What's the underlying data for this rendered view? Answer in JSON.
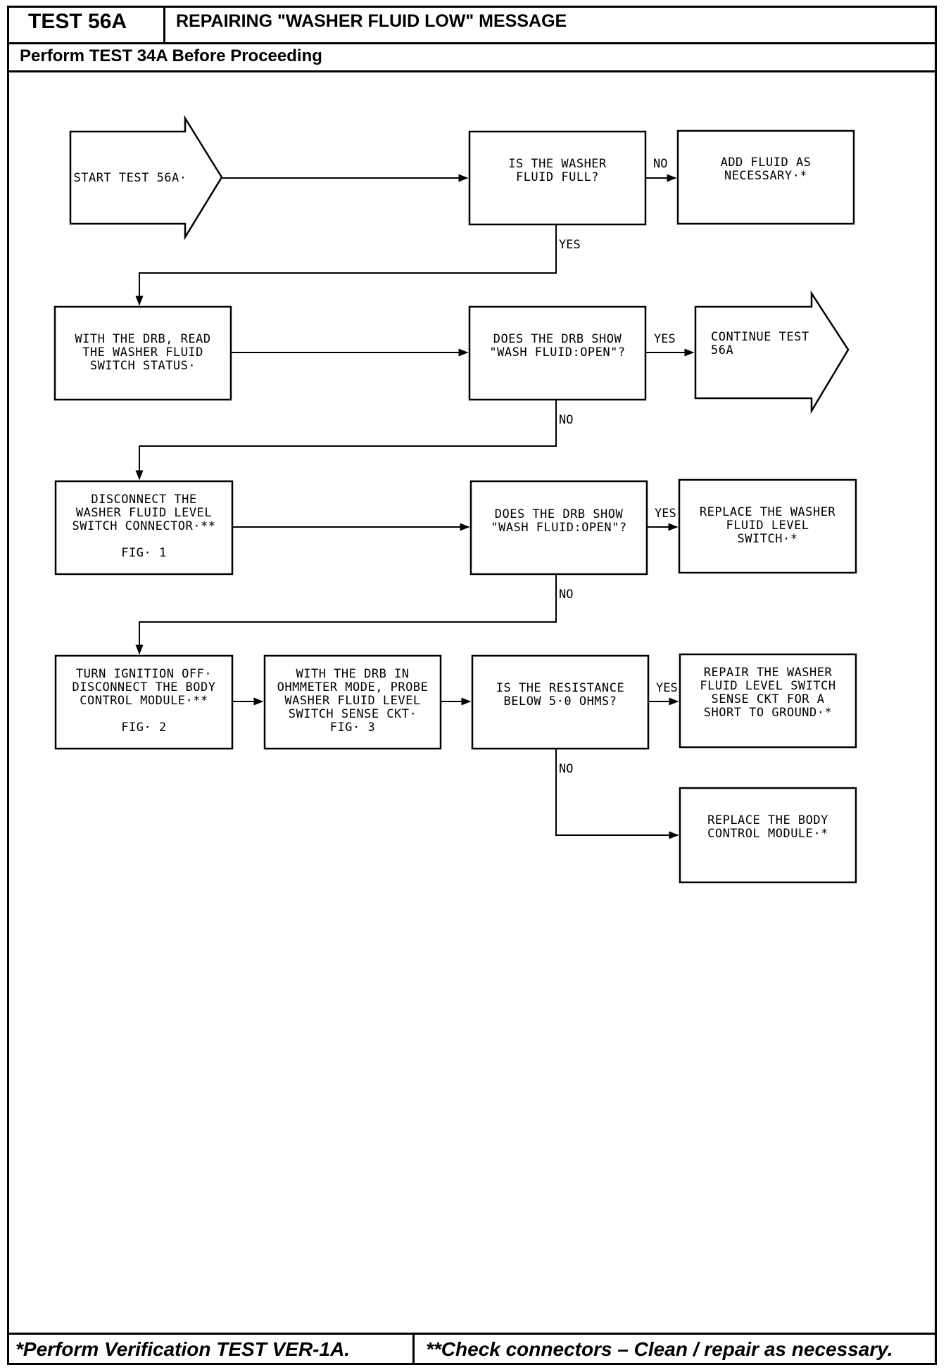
{
  "header": {
    "test_label": "TEST 56A",
    "title": "REPAIRING \"WASHER FLUID LOW\" MESSAGE",
    "subtitle": "Perform TEST 34A Before Proceeding"
  },
  "footer": {
    "left_note": "*Perform Verification TEST VER-1A.",
    "right_note": "**Check connectors – Clean / repair as necessary."
  },
  "flowchart": {
    "start": [
      "START TEST 56A·"
    ],
    "q1": [
      "IS THE WASHER",
      "FLUID FULL?"
    ],
    "add_fluid": [
      "ADD FLUID AS",
      "NECESSARY·*"
    ],
    "read_drb": [
      "WITH THE DRB, READ",
      "THE WASHER FLUID",
      "SWITCH STATUS·"
    ],
    "q2": [
      "DOES THE DRB SHOW",
      "\"WASH FLUID:OPEN\"?"
    ],
    "continue": [
      "CONTINUE TEST",
      "56A"
    ],
    "disconnect": [
      "DISCONNECT THE",
      "WASHER FLUID LEVEL",
      "SWITCH CONNECTOR·**",
      "",
      "FIG· 1"
    ],
    "q3": [
      "DOES THE DRB SHOW",
      "\"WASH FLUID:OPEN\"?"
    ],
    "replace_switch": [
      "REPLACE THE WASHER",
      "FLUID LEVEL",
      "SWITCH·*"
    ],
    "ignition": [
      "TURN IGNITION OFF·",
      "DISCONNECT THE BODY",
      "CONTROL MODULE·**",
      "",
      "FIG· 2"
    ],
    "ohmmeter": [
      "WITH THE DRB IN",
      "OHMMETER MODE, PROBE",
      "WASHER FLUID LEVEL",
      "SWITCH SENSE CKT·",
      "FIG· 3"
    ],
    "q4": [
      "IS THE RESISTANCE",
      "BELOW 5·0 OHMS?"
    ],
    "repair_ckt": [
      "REPAIR THE WASHER",
      "FLUID LEVEL SWITCH",
      "SENSE CKT FOR A",
      "SHORT TO GROUND·*"
    ],
    "replace_bcm": [
      "REPLACE THE BODY",
      "CONTROL MODULE·*"
    ],
    "labels": {
      "yes": "YES",
      "no": "NO"
    }
  }
}
